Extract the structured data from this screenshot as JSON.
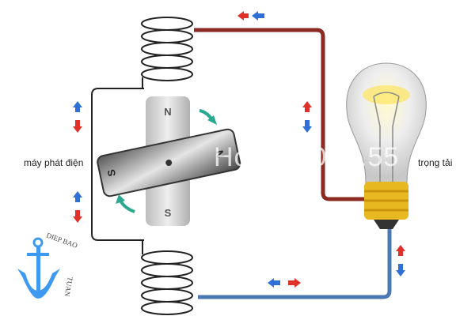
{
  "labels": {
    "generator": "máy phát điện",
    "load": "trọng tải"
  },
  "magnet": {
    "north": "N",
    "south": "S"
  },
  "watermark": "Hotline 09...55",
  "logo_text": "DIEP BAO TUAN",
  "colors": {
    "wire_top": "#8b2a22",
    "wire_bottom": "#4a78b0",
    "wire_left": "#222222",
    "arrow_red": "#e0302a",
    "arrow_blue": "#2f6fd6",
    "logo": "#3e9af0",
    "bulb_base": "#e8b820"
  }
}
